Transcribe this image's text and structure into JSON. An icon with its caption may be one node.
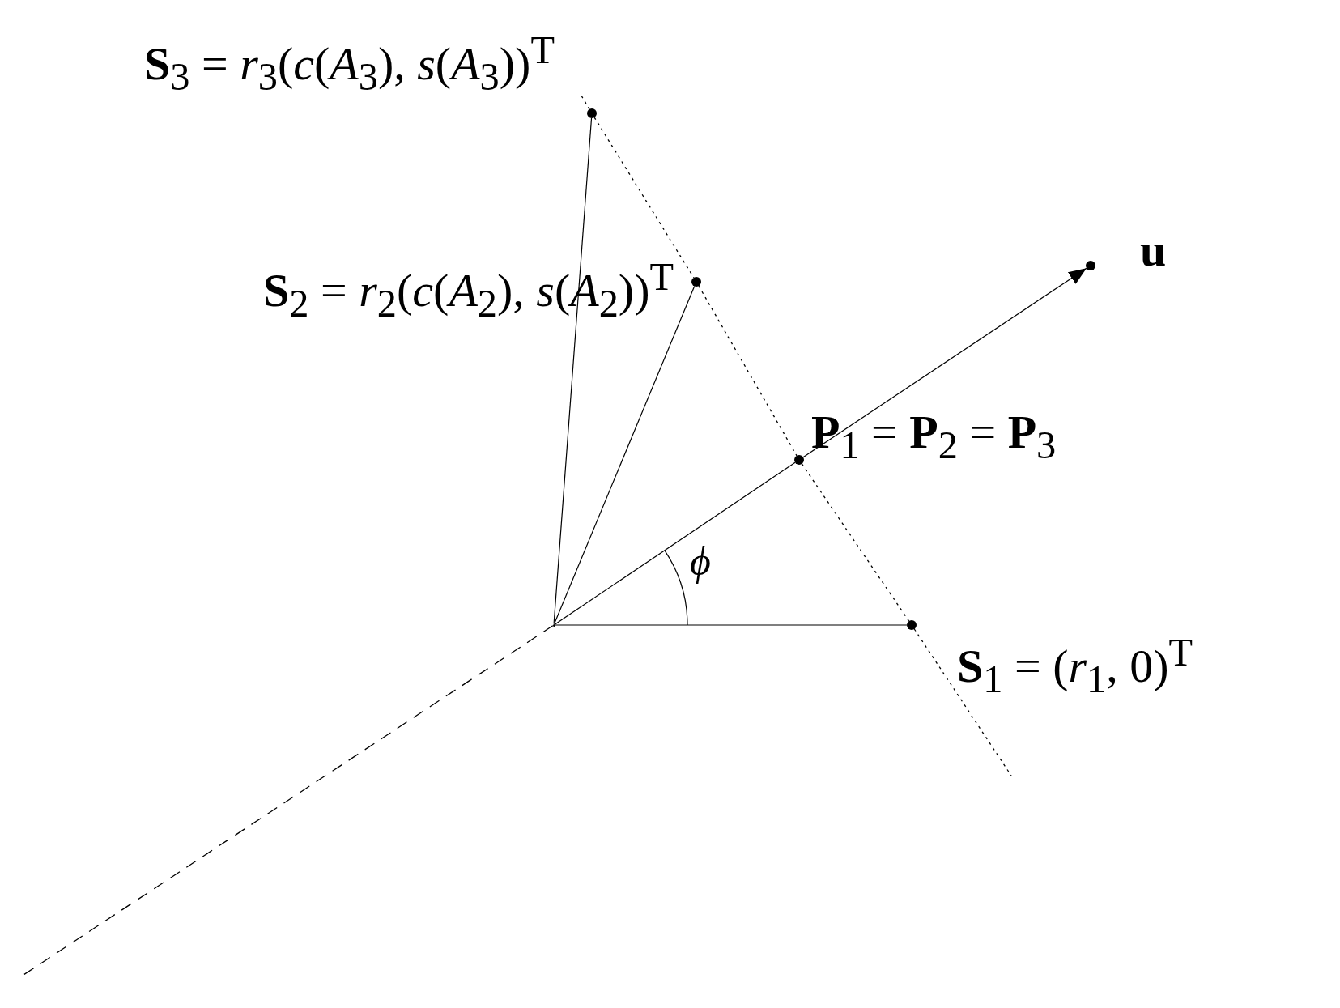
{
  "diagram": {
    "nodes": [
      {
        "text": [],
        "shape": "point"
      },
      {
        "text": [],
        "shape": "circle",
        "beside": [
          "**S**$_{3}$ = *r*$_{3}$(*c*(*A*$_{3}$), *s*(*A*$_{3}$))$^{T}$"
        ]
      },
      {
        "text": [],
        "shape": "circle",
        "beside": [
          "**S**$_{2}$ = *r*$_{2}$(*c*(*A*$_{2}$), *s*(*A*$_{2}$))$^{T}$"
        ]
      },
      {
        "text": [],
        "shape": "circle",
        "beside": [
          "u"
        ]
      },
      {
        "text": [],
        "shape": "circle",
        "beside": [
          "**P**$_{1}$ = **P**$_{2}$ = **P**$_{3}$"
        ]
      },
      {
        "text": [],
        "shape": "circle",
        "beside": [
          "**S**$_{1}$ = (*r*$_{1}$, 0)$^{T}$"
        ]
      }
    ],
    "edges": [
      {
        "from": 0,
        "to": 1,
        "arrow": "none"
      },
      {
        "from": 0,
        "to": 2,
        "arrow": "none"
      },
      {
        "from": 0,
        "to": 4,
        "arrow": "none"
      },
      {
        "from": 4,
        "to": 3,
        "arrow": "to"
      },
      {
        "from": 0,
        "to": 5,
        "arrow": "none"
      },
      {
        "from": 0,
        "to": null,
        "arrow": "none",
        "style": "dashed"
      },
      {
        "from": 1,
        "to": null,
        "arrow": "none",
        "style": "dashed"
      },
      {
        "from": 1,
        "to": 2,
        "arrow": "none",
        "style": "dashed"
      },
      {
        "from": 2,
        "to": 4,
        "arrow": "none",
        "style": "dashed"
      },
      {
        "from": 4,
        "to": 5,
        "arrow": "none",
        "style": "dashed"
      },
      {
        "from": 5,
        "to": null,
        "arrow": "none",
        "style": "dashed"
      }
    ],
    "labels": [
      "*ϕ*"
    ]
  }
}
